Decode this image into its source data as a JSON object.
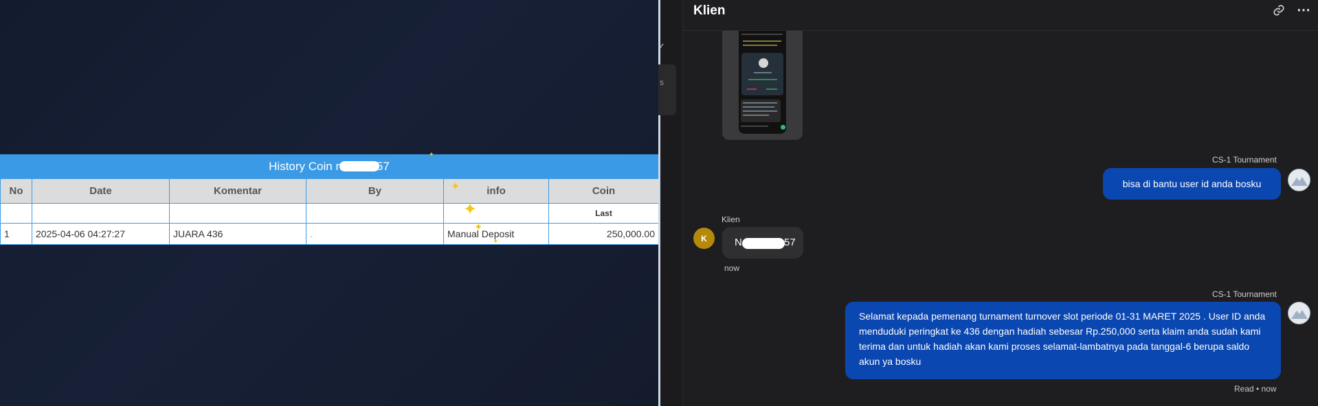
{
  "history": {
    "title_prefix": "History Coin n",
    "title_suffix": "57",
    "columns": [
      "No",
      "Date",
      "Komentar",
      "By",
      "info",
      "Coin"
    ],
    "last_label": "Last",
    "rows": [
      {
        "no": "1",
        "date": "2025-04-06 04:27:27",
        "komentar": "JUARA 436",
        "by": ".",
        "info": "Manual Deposit",
        "coin": "250,000.00"
      }
    ]
  },
  "side": {
    "chevron": "✓",
    "letter": "s"
  },
  "chat": {
    "title": "Klien",
    "header_icons": [
      "link-icon",
      "more-icon"
    ],
    "more_glyph": "⋯",
    "messages": [
      {
        "sender": "CS-1 Tournament",
        "text": "bisa di bantu user id anda bosku"
      },
      {
        "sender": "Klien",
        "avatar": "K",
        "text_prefix": "N",
        "text_suffix": "57",
        "time": "now"
      },
      {
        "sender": "CS-1 Tournament",
        "text": "Selamat kepada pemenang turnament turnover slot periode 01-31 MARET 2025 . User ID anda menduduki peringkat ke 436 dengan hadiah sebesar Rp.250,000 serta klaim anda sudah kami terima dan untuk hadiah akan kami proses selamat-lambatnya pada tanggal-6 berupa saldo akun ya bosku",
        "status": "Read • now"
      }
    ]
  },
  "colors": {
    "table_header_blue": "#3a9ae6",
    "outgoing_bubble": "#0b47b0",
    "coin_green": "#1a8a1a",
    "client_avatar": "#b58a0a"
  }
}
